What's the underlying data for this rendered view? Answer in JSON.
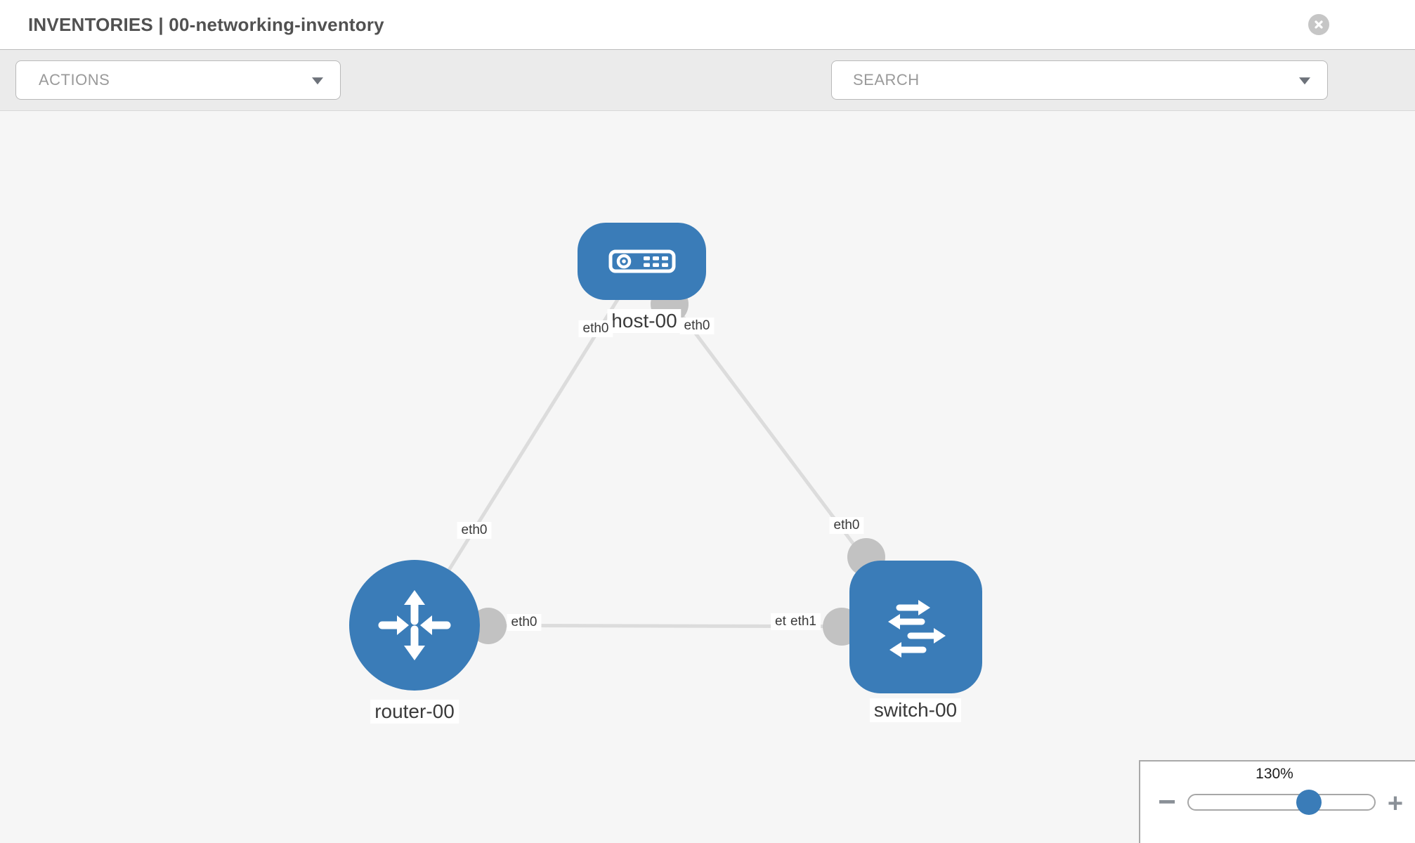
{
  "header": {
    "title": "INVENTORIES | 00-networking-inventory"
  },
  "toolbar": {
    "actions_label": "ACTIONS",
    "search_placeholder": "SEARCH"
  },
  "topology": {
    "nodes": [
      {
        "label": "host-00",
        "type": "host"
      },
      {
        "label": "router-00",
        "type": "router"
      },
      {
        "label": "switch-00",
        "type": "switch"
      }
    ],
    "links": [
      {
        "from": "host-00",
        "to": "router-00"
      },
      {
        "from": "host-00",
        "to": "switch-00"
      },
      {
        "from": "router-00",
        "to": "switch-00"
      }
    ],
    "interface_labels": {
      "host_left": "eth0",
      "host_right": "eth0",
      "router_link_top": "eth0",
      "router_right": "eth0",
      "switch_top": "eth0",
      "switch_left_back": "eth0",
      "switch_left_front": "eth1"
    }
  },
  "zoom_panel": {
    "level": "130%",
    "zoom_out_label": "−",
    "zoom_in_label": "+"
  },
  "colors": {
    "node_blue": "#3a7cb8",
    "link_gray": "#dcdcdc",
    "port_gray": "#c2c2c2"
  }
}
